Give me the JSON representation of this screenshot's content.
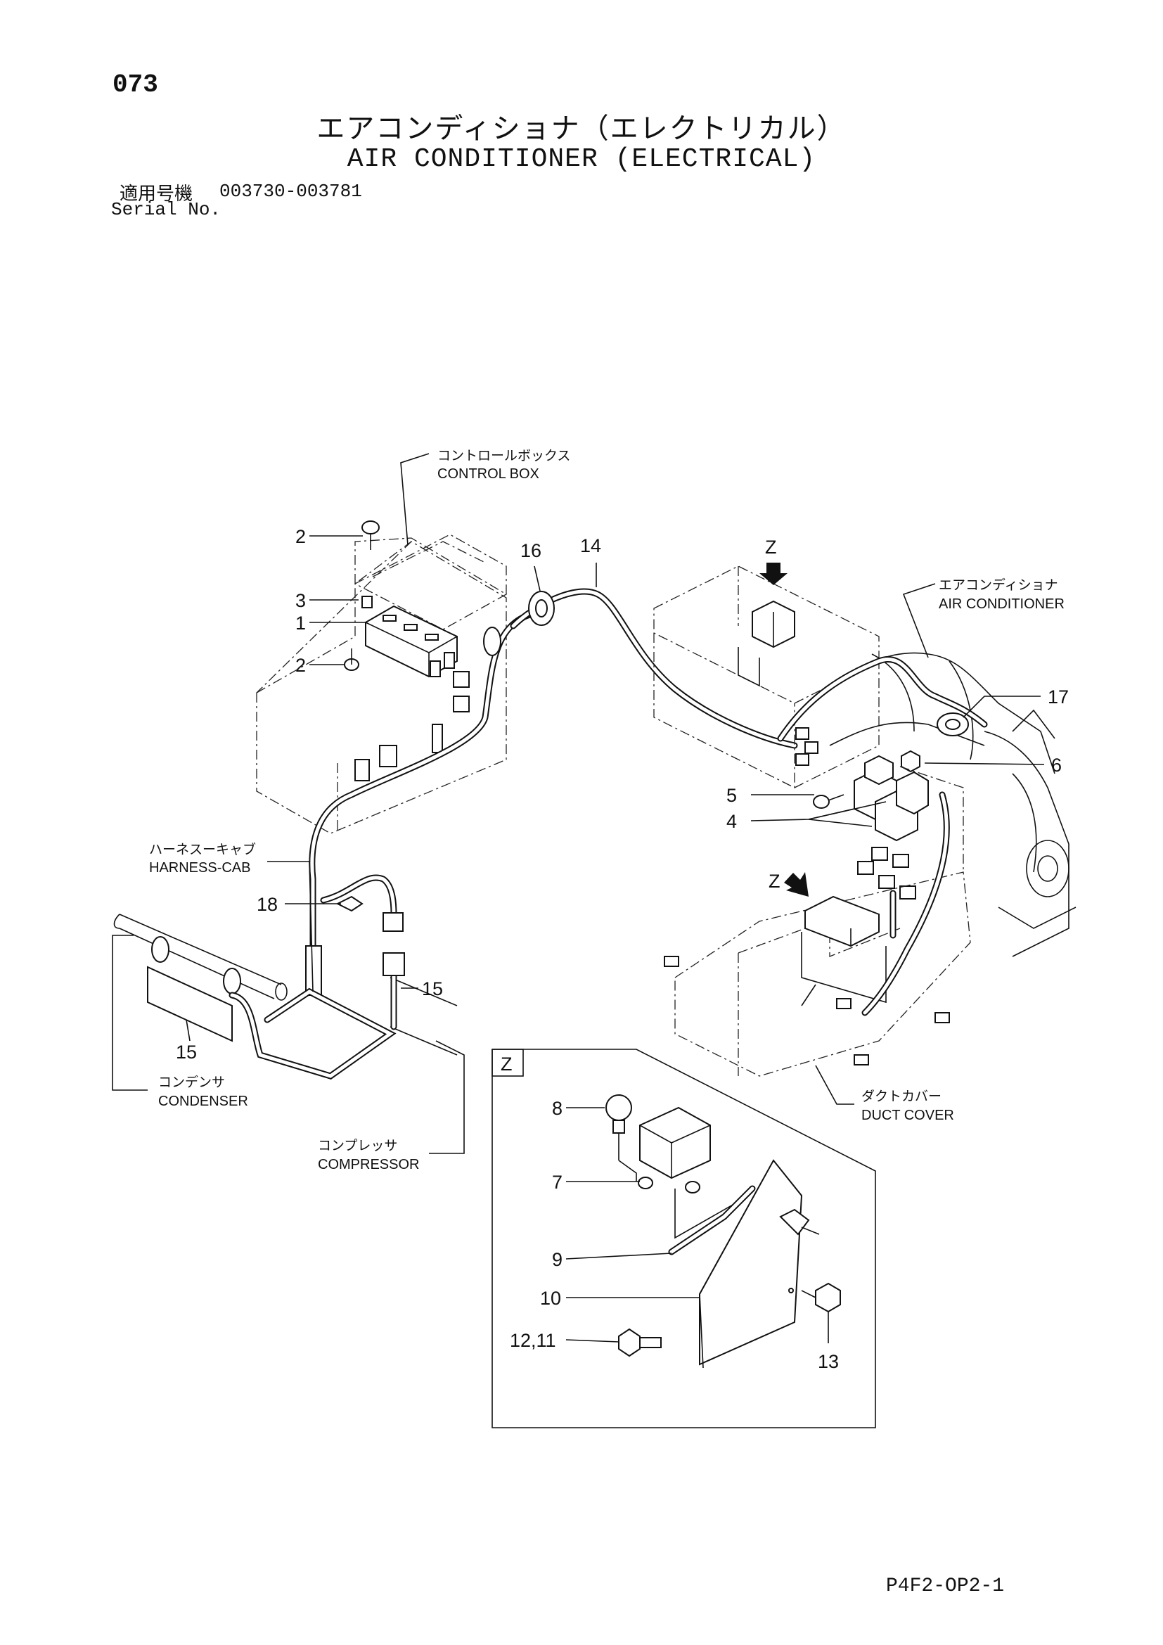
{
  "header": {
    "page_number": "073",
    "title_jp": "エアコンディショナ（エレクトリカル）",
    "title_en": "AIR CONDITIONER (ELECTRICAL)",
    "serial_label_jp": "適用号機",
    "serial_range": "003730-003781",
    "serial_label_en": "Serial No."
  },
  "labels": {
    "control_box_jp": "コントロールボックス",
    "control_box_en": "CONTROL BOX",
    "air_conditioner_jp": "エアコンディショナ",
    "air_conditioner_en": "AIR CONDITIONER",
    "harness_cab_jp": "ハーネスーキャブ",
    "harness_cab_en": "HARNESS-CAB",
    "condenser_jp": "コンデンサ",
    "condenser_en": "CONDENSER",
    "compressor_jp": "コンプレッサ",
    "compressor_en": "COMPRESSOR",
    "duct_cover_jp": "ダクトカバー",
    "duct_cover_en": "DUCT COVER",
    "view_z": "Z"
  },
  "callouts": {
    "c1": "1",
    "c2a": "2",
    "c2b": "2",
    "c3": "3",
    "c4": "4",
    "c5": "5",
    "c6": "6",
    "c7": "7",
    "c8": "8",
    "c9": "9",
    "c10": "10",
    "c12_11": "12,11",
    "c13": "13",
    "c14": "14",
    "c15a": "15",
    "c15b": "15",
    "c16": "16",
    "c17": "17",
    "c18": "18",
    "z_top": "Z",
    "z_mid": "Z"
  },
  "footer": {
    "drawing_number": "P4F2-OP2-1"
  }
}
